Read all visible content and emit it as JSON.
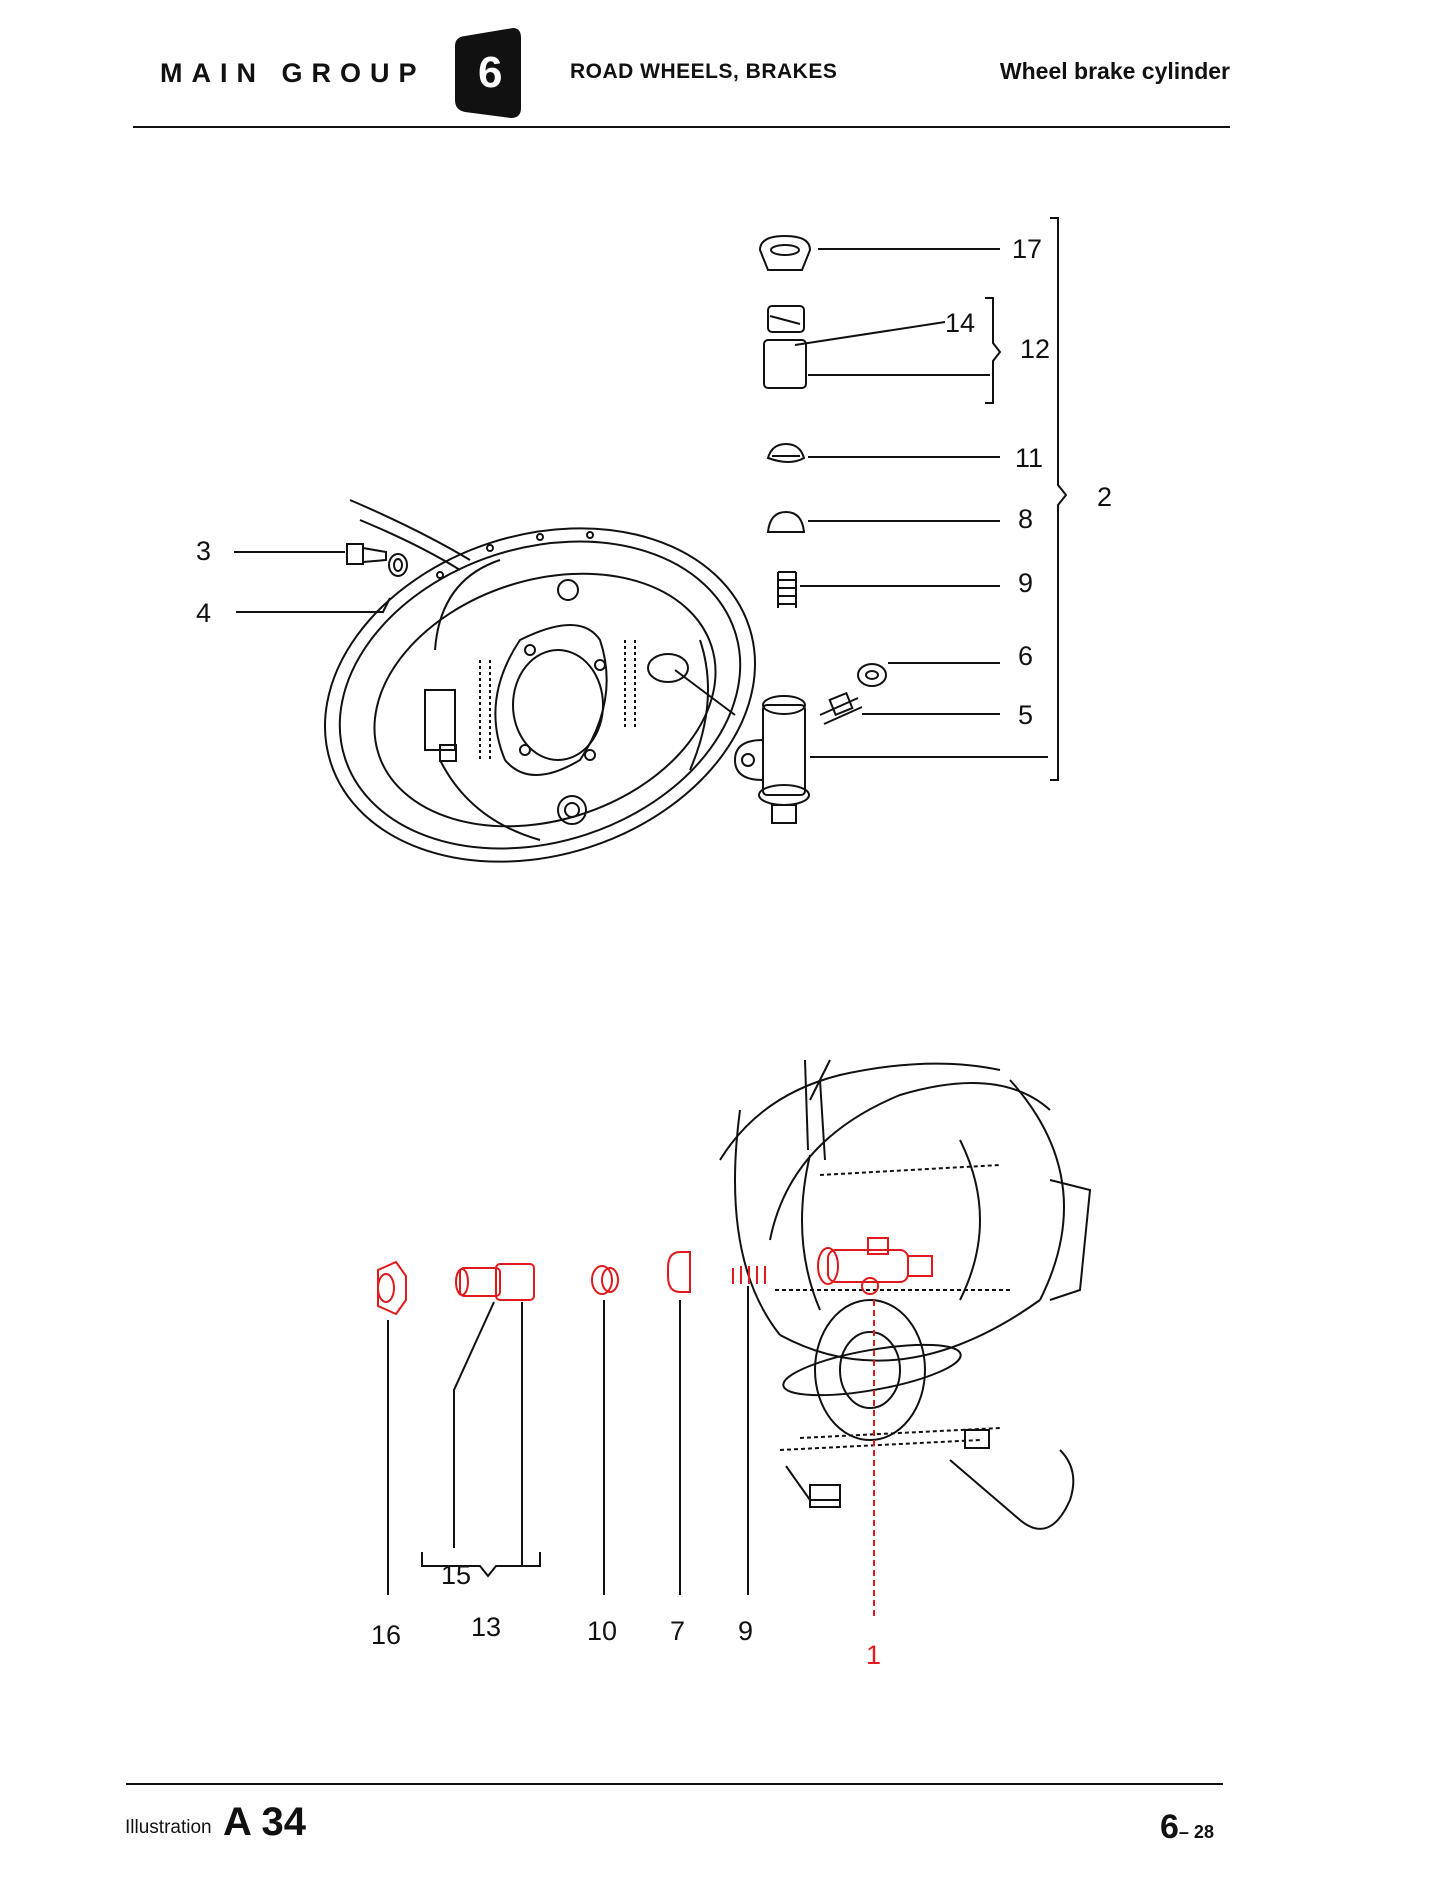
{
  "header": {
    "group_label": "MAIN GROUP",
    "group_number": "6",
    "section_title": "ROAD WHEELS, BRAKES",
    "subject": "Wheel brake cylinder"
  },
  "top_diagram": {
    "callouts": {
      "c17": "17",
      "c14": "14",
      "c12": "12",
      "c11": "11",
      "c8": "8",
      "c9": "9",
      "c6": "6",
      "c5": "5",
      "c2": "2",
      "c3": "3",
      "c4": "4"
    }
  },
  "bottom_diagram": {
    "callouts": {
      "c16": "16",
      "c15": "15",
      "c13": "13",
      "c10": "10",
      "c7": "7",
      "c9": "9",
      "c1": "1"
    },
    "highlight_color": "#e0191c"
  },
  "footer": {
    "illustration_label": "Illustration",
    "illustration_code": "A 34",
    "page_main": "6",
    "page_sub": "– 28"
  }
}
